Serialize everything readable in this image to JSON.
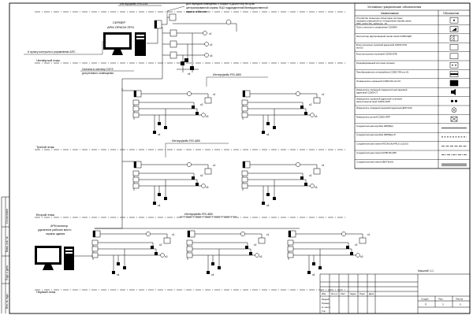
{
  "diagram": {
    "interfaces": {
      "top": "Интерфейс RS-232",
      "floor4": "Интерфейс RS-485",
      "floor3": "Интерфейс RS-485",
      "floor1": "Интерфейс RS-485"
    },
    "server": {
      "label_line1": "СЕРВЕР",
      "label_line2": "АРМ ОРИОН ПРО"
    },
    "notes": {
      "control_link": "К пульту контроля и управления АПС",
      "signal_line1": "Сигналы в систему СОУЭ",
      "signal_line2": "для речевого оповещения",
      "dispatch_line1": "Для передачи извещения о пожаре в Диспетчер на пульт",
      "dispatch_line2": "централизованной охраны ПЦО подразделений Вневедомственной",
      "dispatch_line3": "охраны в Москве"
    },
    "floors": {
      "fourth": "Четвёртый этаж",
      "third": "Третий этаж",
      "second": "Второй этаж",
      "first": "Первый этаж"
    },
    "arm": {
      "line1": "АРМ монитор",
      "line2": "удаленное рабочее место",
      "line3": "охраны здания"
    },
    "legend": {
      "title": "Условные графические обозначения",
      "col_name": "Наименование",
      "col_symbol": "Обозначение",
      "rows": [
        {
          "text": "Устройство оконечное объектовое системы передачи извещений по телефонным линиям связи ППК «УОО-ТЛ» 12/24 исп. 01",
          "symbol": "box-dot"
        },
        {
          "text": "Пульт контроля и управления С2000М",
          "symbol": "box-wedge"
        },
        {
          "text": "Контроллер двухпроводной линии связи С2000-КДЛ",
          "symbol": "box-split"
        },
        {
          "text": "Блок сигнально-пусковой адресный С2000-СП2 исп.02",
          "symbol": "box-plain"
        },
        {
          "text": "Блок контрольно-пусковой С2000-КПБ",
          "symbol": "box-plain"
        },
        {
          "text": "Резервированный источник питания",
          "symbol": "box-dots"
        },
        {
          "text": "Преобразователь интерфейсов С2000-ПИ исп.01",
          "symbol": "box-bar"
        },
        {
          "text": "Оповещатель охранный С2000-ИК исп.03",
          "symbol": "box-black"
        },
        {
          "text": "Извещатель охранный поверхностный звуковой адресный С2000-СТ",
          "symbol": "sound"
        },
        {
          "text": "Извещатель охранный адресный точечный магнитоконтактный С2000-СМП",
          "symbol": "dots"
        },
        {
          "text": "Извещатель пожарный дымовой адресный ДИП-34А",
          "symbol": "circle-x"
        },
        {
          "text": "Извещатель ручной С2000-ИПР",
          "symbol": "rect-x"
        },
        {
          "text": "Соединительная коробка КЗР(Вкр)",
          "symbol": "line-solid"
        },
        {
          "text": "Соединительная коробка КЗР(Вкр)-Р",
          "symbol": "line-dash"
        },
        {
          "text": "Соединительная линия КПСЭнг(А)-FRLS 1х2х0,5",
          "symbol": "line-long-dash"
        },
        {
          "text": "Соединительная линия КСПВ RS-485",
          "symbol": "line-dash-dot"
        },
        {
          "text": "Соединительная линия КВК-Пнг(А)",
          "symbol": "line-double"
        }
      ]
    },
    "sheet_note": "Масштаб: 1:1",
    "title_block": {
      "row_labels": [
        "Разраб.",
        "Провер.",
        "Н. контр.",
        "Утв."
      ],
      "col_heads": [
        "Изм.",
        "Кол.уч",
        "Лист",
        "№док.",
        "Подп.",
        "Дата"
      ],
      "stage_heads": [
        "Стадия",
        "Лист",
        "Листов"
      ],
      "stage_vals": [
        "П",
        "3",
        "5"
      ]
    },
    "left_strip": [
      "Инв. № подл.",
      "Подп. и дата",
      "Взам. инв. №",
      "Согласовано"
    ],
    "device_labels": {
      "top": [
        "x1",
        "x2",
        "x3",
        "x4"
      ],
      "floor4_left": [
        "x1",
        "x2",
        "x3",
        "x4"
      ],
      "floor4_right": [
        "x1",
        "x2",
        "x3",
        "x4"
      ],
      "floor3_left": [
        "x1",
        "x2",
        "x3",
        "x4"
      ],
      "floor3_right": [
        "x1",
        "x2",
        "x3",
        "x4"
      ],
      "floor1_a": [
        "x1",
        "x2",
        "x3",
        "x4"
      ],
      "floor1_b": [
        "x1",
        "x2",
        "x3",
        "x4"
      ],
      "floor1_c": [
        "x1",
        "x2",
        "x3",
        "x4"
      ]
    }
  }
}
